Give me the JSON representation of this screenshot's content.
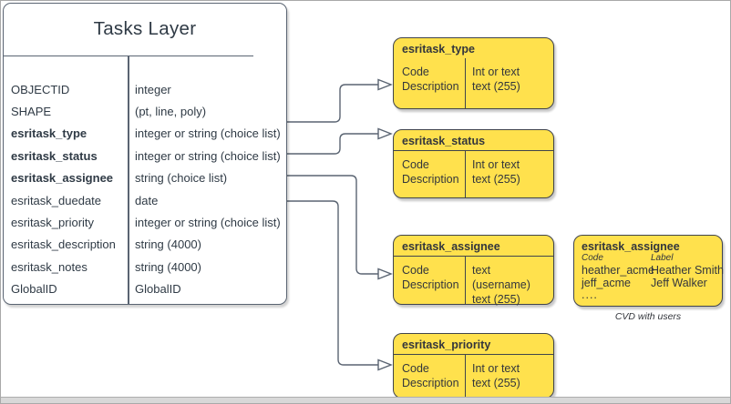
{
  "tasks_table": {
    "title": "Tasks Layer",
    "rows": [
      {
        "field": "OBJECTID",
        "type": "integer",
        "bold": false
      },
      {
        "field": "SHAPE",
        "type": "(pt, line, poly)",
        "bold": false
      },
      {
        "field": "esritask_type",
        "type": "integer or string (choice list)",
        "bold": true
      },
      {
        "field": "esritask_status",
        "type": "integer or string (choice list)",
        "bold": true
      },
      {
        "field": "esritask_assignee",
        "type": "string (choice list)",
        "bold": true
      },
      {
        "field": "esritask_duedate",
        "type": "date",
        "bold": false
      },
      {
        "field": "esritask_priority",
        "type": "integer or string (choice list)",
        "bold": false
      },
      {
        "field": "esritask_description",
        "type": "string (4000)",
        "bold": false
      },
      {
        "field": "esritask_notes",
        "type": "string (4000)",
        "bold": false
      },
      {
        "field": "GlobalID",
        "type": "GlobalID",
        "bold": false
      }
    ]
  },
  "choice_tables": [
    {
      "title": "esritask_type",
      "left1": "Code",
      "left2": "Description",
      "right1": "Int or text",
      "right2": "text (255)",
      "header_divider": false
    },
    {
      "title": "esritask_status",
      "left1": "Code",
      "left2": "Description",
      "right1": "Int or text",
      "right2": "text (255)",
      "header_divider": true
    },
    {
      "title": "esritask_assignee",
      "left1": "Code",
      "left2": "Description",
      "right1": "text  (username)",
      "right2": "text (255)",
      "header_divider": true
    },
    {
      "title": "esritask_priority",
      "left1": "Code",
      "left2": "Description",
      "right1": "Int or text",
      "right2": "text (255)",
      "header_divider": true
    }
  ],
  "cvd_box": {
    "title": "esritask_assignee",
    "col_header_code": "Code",
    "col_header_label": "Label",
    "rows": [
      {
        "code": "heather_acme",
        "label": "Heather Smith"
      },
      {
        "code": "jeff_acme",
        "label": "Jeff Walker"
      }
    ],
    "ellipsis": "....",
    "caption": "CVD with users"
  },
  "colors": {
    "box_fill": "#ffe14d",
    "box_stroke": "#40444c",
    "table_stroke": "#5a6472",
    "connector": "#5a6472",
    "text": "#2f3a45",
    "frame": "#a9a9a9",
    "bottom_band": "#d8d8d8"
  }
}
